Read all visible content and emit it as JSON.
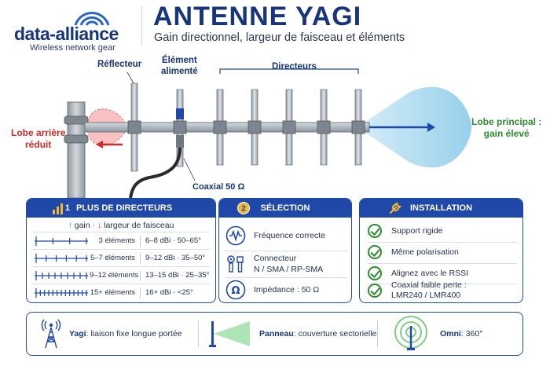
{
  "brand": {
    "name": "data-alliance",
    "tagline": "Wireless network gear"
  },
  "header": {
    "title": "ANTENNE YAGI",
    "subtitle": "Gain directionnel, largeur de faisceau et éléments"
  },
  "diagram": {
    "reflector_label": "Réflecteur",
    "driven_label_line1": "Élément",
    "driven_label_line2": "alimenté",
    "directors_label": "Directeurs",
    "back_lobe_line1": "Lobe arrière",
    "back_lobe_line2": "réduit",
    "main_lobe_line1": "Lobe principal :",
    "main_lobe_line2": "gain élevé",
    "coax_label": "Coaxial 50 Ω",
    "colors": {
      "back_lobe": "#f7a6a6",
      "main_lobe": "#8fd0ec",
      "arrow": "#1f48a8",
      "boom": "#9aa4ae"
    }
  },
  "panel_directors": {
    "heading_num": "1",
    "heading_text": "PLUS  DE DIRECTEURS",
    "legend_gain": "gain",
    "legend_sep": "·",
    "legend_beam": "largeur de faisceau",
    "rows": [
      {
        "elements": "3 éléments",
        "gain": "6–8 dBi",
        "sep": "·",
        "beam": "50–65°",
        "directors": 3
      },
      {
        "elements": "5–7 éléments",
        "gain": "9–12 dBi",
        "sep": "·",
        "beam": "35–50°",
        "directors": 5
      },
      {
        "elements": "9–12 éléments",
        "gain": "13–15 dBi",
        "sep": "·",
        "beam": "25–35°",
        "directors": 8
      },
      {
        "elements": "15+ éléments",
        "gain": "16+ dBi",
        "sep": "·",
        "beam": "<25°",
        "directors": 12
      }
    ]
  },
  "panel_selection": {
    "heading": "SÉLECTION",
    "heading_icon_text": "2",
    "items": [
      {
        "icon": "waveform-icon",
        "line1": "Fréquence correcte",
        "line2": ""
      },
      {
        "icon": "connector-icon",
        "line1": "Connecteur",
        "line2": "N / SMA / RP-SMA"
      },
      {
        "icon": "omega-icon",
        "line1": "Impédance : 50 Ω",
        "line2": ""
      }
    ],
    "omega_glyph": "Ω"
  },
  "panel_installation": {
    "heading": "INSTALLATION",
    "items": [
      {
        "line1": "Support rigide",
        "line2": ""
      },
      {
        "line1": "Même polarisation",
        "line2": ""
      },
      {
        "line1": "Alignez avec le RSSI",
        "line2": ""
      },
      {
        "line1": "Coaxial faible perte :",
        "line2": "LMR240 / LMR400"
      }
    ]
  },
  "bottom": {
    "yagi_name": "Yagi",
    "yagi_desc": " : liaison fixe longue portée",
    "panel_name": "Panneau",
    "panel_desc": " : couverture sectorielle",
    "omni_name": "Omni",
    "omni_desc": " : 360°"
  }
}
